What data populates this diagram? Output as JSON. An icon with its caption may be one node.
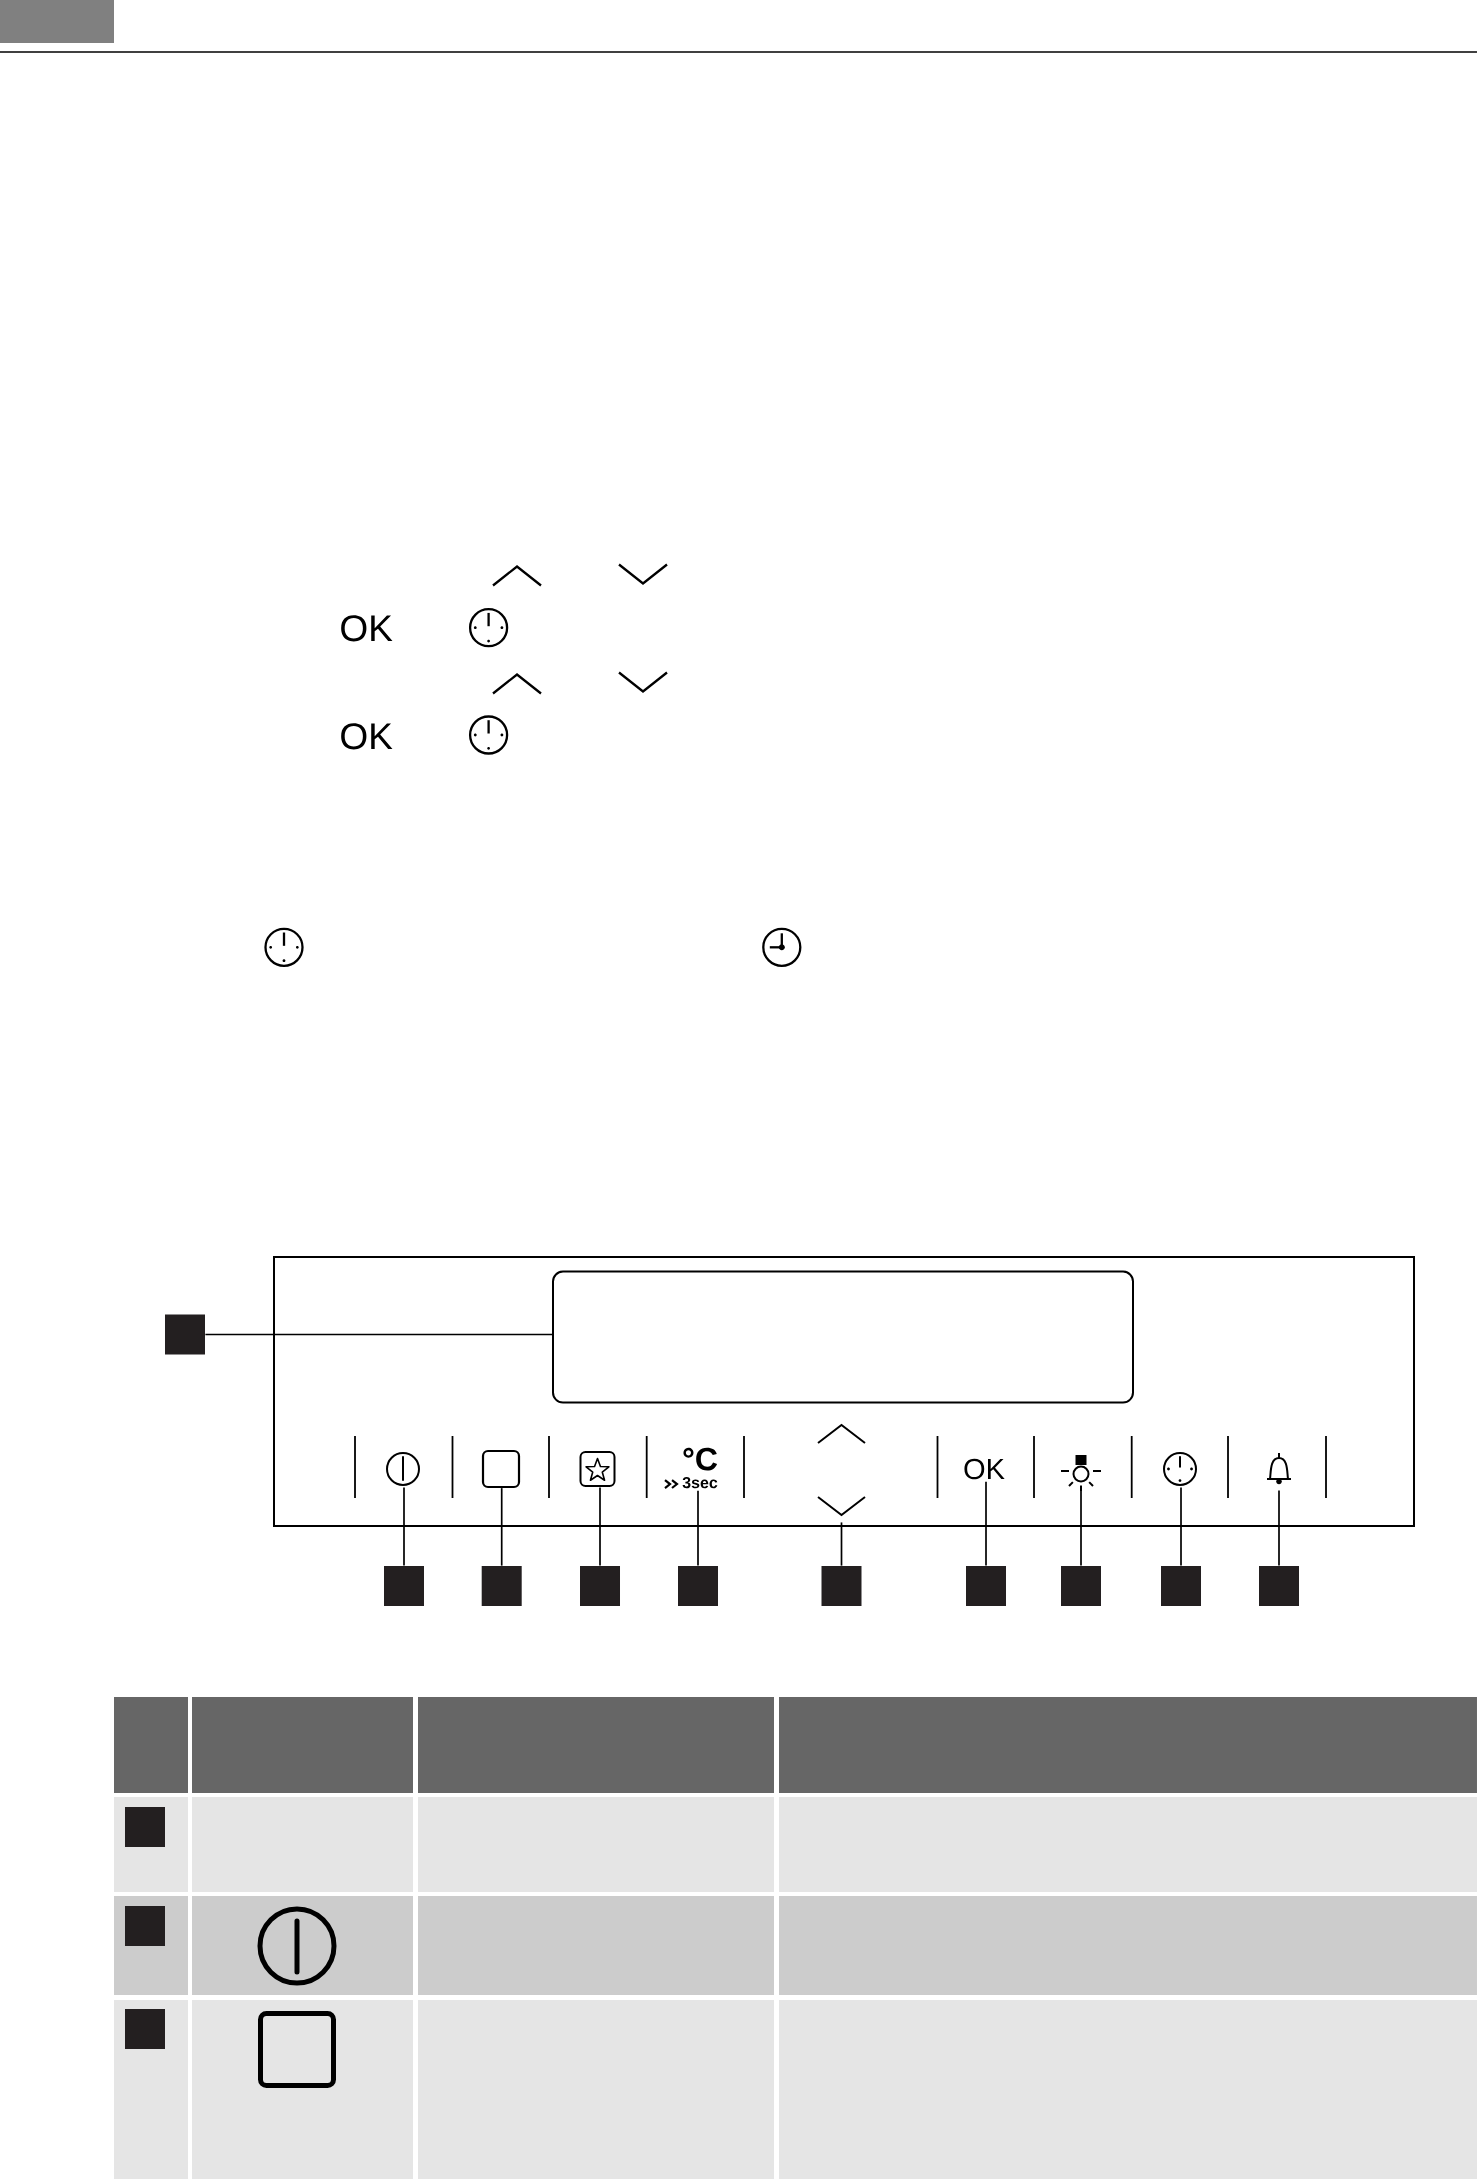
{
  "diagram": {
    "nodes": [
      {
        "text": [],
        "shape": "box"
      },
      {
        "text": [],
        "shape": "box",
        "in": 0
      },
      {
        "text": [],
        "shape": "picture",
        "in": 0
      },
      {
        "text": [],
        "shape": "box",
        "in": 0
      },
      {
        "text": [],
        "shape": "picture",
        "in": 0
      },
      {
        "text": [
          "°C",
          "3sec"
        ],
        "in": 0
      },
      {
        "text": [],
        "shape": "picture",
        "in": 0
      },
      {
        "text": [
          "OK"
        ],
        "in": 0
      },
      {
        "text": [],
        "shape": "picture",
        "in": 0
      },
      {
        "text": [],
        "shape": "picture",
        "in": 0
      },
      {
        "text": [],
        "shape": "picture",
        "in": 0
      },
      {
        "text": [],
        "shape": "box"
      },
      {
        "text": [],
        "shape": "box"
      },
      {
        "text": [],
        "shape": "box"
      },
      {
        "text": [],
        "shape": "box"
      },
      {
        "text": [],
        "shape": "box"
      },
      {
        "text": [],
        "shape": "box"
      },
      {
        "text": [],
        "shape": "box"
      },
      {
        "text": [],
        "shape": "box"
      },
      {
        "text": [],
        "shape": "box"
      },
      {
        "text": [],
        "shape": "box"
      },
      {
        "text": [],
        "shape": "box"
      },
      {
        "text": [],
        "shape": "box"
      },
      {
        "text": [],
        "shape": "box"
      }
    ],
    "edges": [
      {
        "from": 11,
        "to": 1,
        "arrow": "none"
      },
      {
        "from": 12,
        "to": 2,
        "arrow": "none"
      },
      {
        "from": 13,
        "to": 3,
        "arrow": "none"
      },
      {
        "from": 14,
        "to": 4,
        "arrow": "none"
      },
      {
        "from": 15,
        "to": 5,
        "arrow": "none"
      },
      {
        "from": 16,
        "to": 6,
        "arrow": "none"
      },
      {
        "from": 17,
        "to": 7,
        "arrow": "none"
      },
      {
        "from": 18,
        "to": 8,
        "arrow": "none"
      },
      {
        "from": 19,
        "to": 9,
        "arrow": "none"
      },
      {
        "from": 20,
        "to": 10,
        "arrow": "none"
      }
    ],
    "labels": [
      "OK",
      "OK"
    ]
  }
}
